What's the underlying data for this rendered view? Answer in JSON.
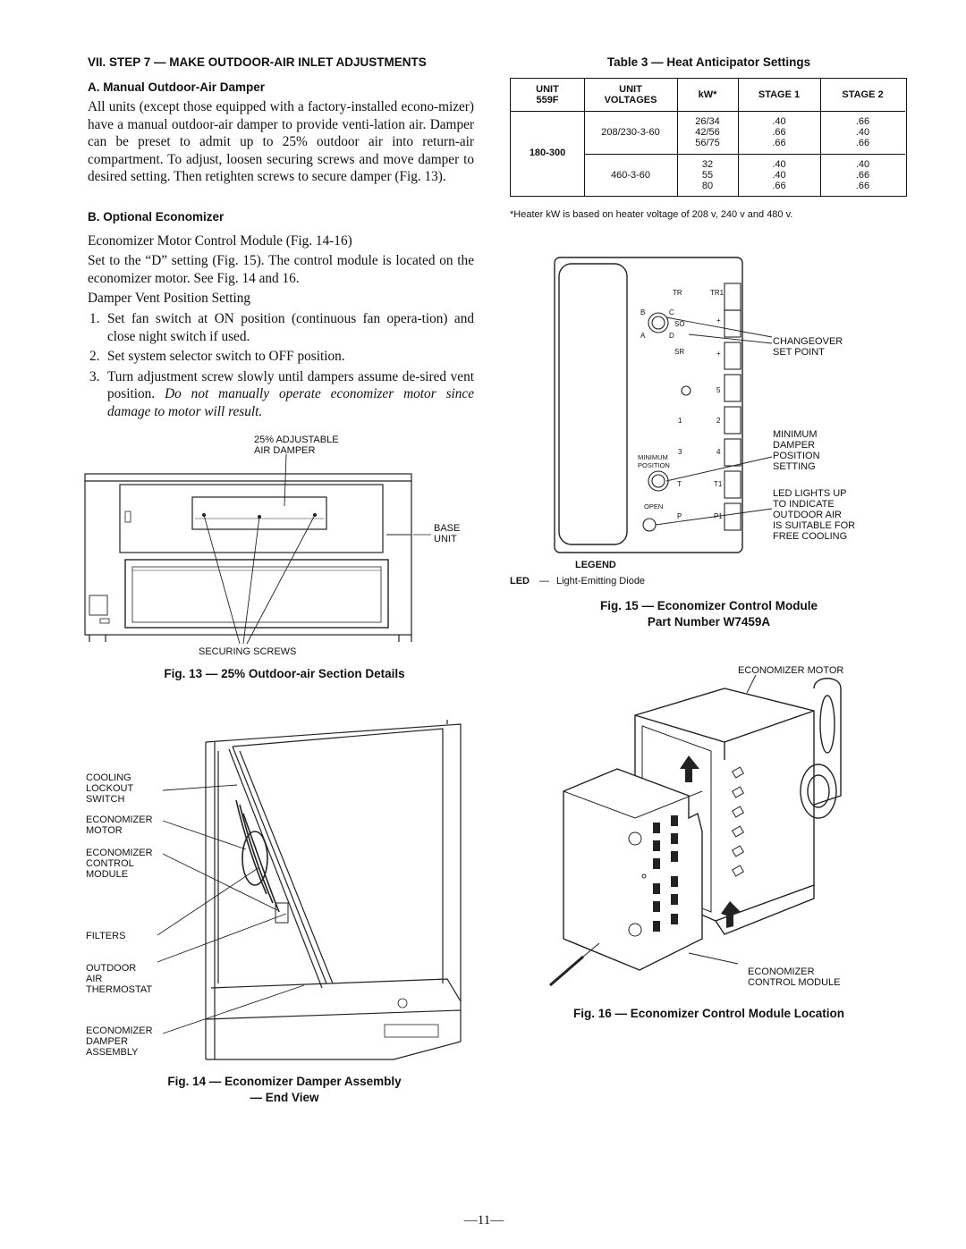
{
  "left": {
    "section_heading": "VII. STEP 7 — MAKE OUTDOOR-AIR INLET ADJUSTMENTS",
    "sub_a": "A. Manual Outdoor-Air Damper",
    "para_a": "All units (except those equipped with a factory-installed econo-mizer) have a manual outdoor-air damper to provide venti-lation air. Damper can be preset to admit up to 25% outdoor air into return-air compartment. To adjust, loosen securing screws and move damper to desired setting. Then retighten screws to secure damper (Fig. 13).",
    "sub_b": "B. Optional Economizer",
    "motor_module_line": "Economizer Motor Control Module (Fig. 14-16)",
    "set_d_para": "Set to the “D” setting (Fig. 15). The control module is located on the economizer motor. See Fig. 14 and 16.",
    "damper_vent": "Damper Vent Position Setting",
    "steps": [
      {
        "n": "1.",
        "text": "Set fan switch at ON position (continuous fan opera-tion) and close night switch if used."
      },
      {
        "n": "2.",
        "text": "Set system selector switch to OFF position."
      },
      {
        "n": "3.",
        "text": "Turn adjustment screw slowly until dampers assume de-sired vent position.",
        "italic": "Do not manually operate economizer motor since damage to motor will result."
      }
    ],
    "fig13": {
      "label_damper": "25% ADJUSTABLE\nAIR DAMPER",
      "label_base": "BASE\nUNIT",
      "label_screws": "SECURING SCREWS",
      "caption": "Fig. 13 — 25% Outdoor-air Section Details"
    },
    "fig14": {
      "labels": [
        "COOLING\nLOCKOUT\nSWITCH",
        "ECONOMIZER\nMOTOR",
        "ECONOMIZER\nCONTROL\nMODULE",
        "FILTERS",
        "OUTDOOR\nAIR\nTHERMOSTAT",
        "ECONOMIZER\nDAMPER\nASSEMBLY"
      ],
      "caption_1": "Fig. 14 — Economizer Damper Assembly",
      "caption_2": "— End View"
    }
  },
  "right": {
    "table_title": "Table 3 — Heat Anticipator Settings",
    "table": {
      "headers": [
        "UNIT\n559F",
        "UNIT\nVOLTAGES",
        "kW*",
        "STAGE 1",
        "STAGE 2"
      ],
      "unit": "180-300",
      "groups": [
        {
          "voltage": "208/230-3-60",
          "kw": "26/34\n42/56\n56/75",
          "s1": ".40\n.66\n.66",
          "s2": ".66\n.40\n.66"
        },
        {
          "voltage": "460-3-60",
          "kw": "32\n55\n80",
          "s1": ".40\n.40\n.66",
          "s2": ".40\n.66\n.66"
        }
      ],
      "footnote": "*Heater kW is based on heater voltage of 208 v, 240 v and 480 v."
    },
    "fig15": {
      "terminals_left": [
        "TR",
        "",
        "",
        "",
        "1",
        "3",
        "T",
        "P"
      ],
      "terminals_right": [
        "TR1",
        "+",
        "+",
        "5",
        "2",
        "4",
        "T1",
        "P1"
      ],
      "dial_letters": {
        "b": "B",
        "c": "C",
        "a": "A",
        "d": "D"
      },
      "so": "SO",
      "sr": "SR",
      "min_pos": "MINIMUM\nPOSITION",
      "open": "OPEN",
      "callouts": [
        "CHANGEOVER\nSET POINT",
        "MINIMUM\nDAMPER\nPOSITION\nSETTING",
        "LED LIGHTS UP\nTO INDICATE\nOUTDOOR AIR\nIS SUITABLE FOR\nFREE COOLING"
      ],
      "legend_title": "LEGEND",
      "legend_key": "LED",
      "legend_dash": "—",
      "legend_value": "Light-Emitting Diode",
      "caption_1": "Fig. 15 — Economizer Control Module",
      "caption_2": "Part Number W7459A"
    },
    "fig16": {
      "label_motor": "ECONOMIZER MOTOR",
      "label_module": "ECONOMIZER\nCONTROL MODULE",
      "caption": "Fig. 16 — Economizer Control Module Location"
    }
  },
  "page_number": "—11—"
}
